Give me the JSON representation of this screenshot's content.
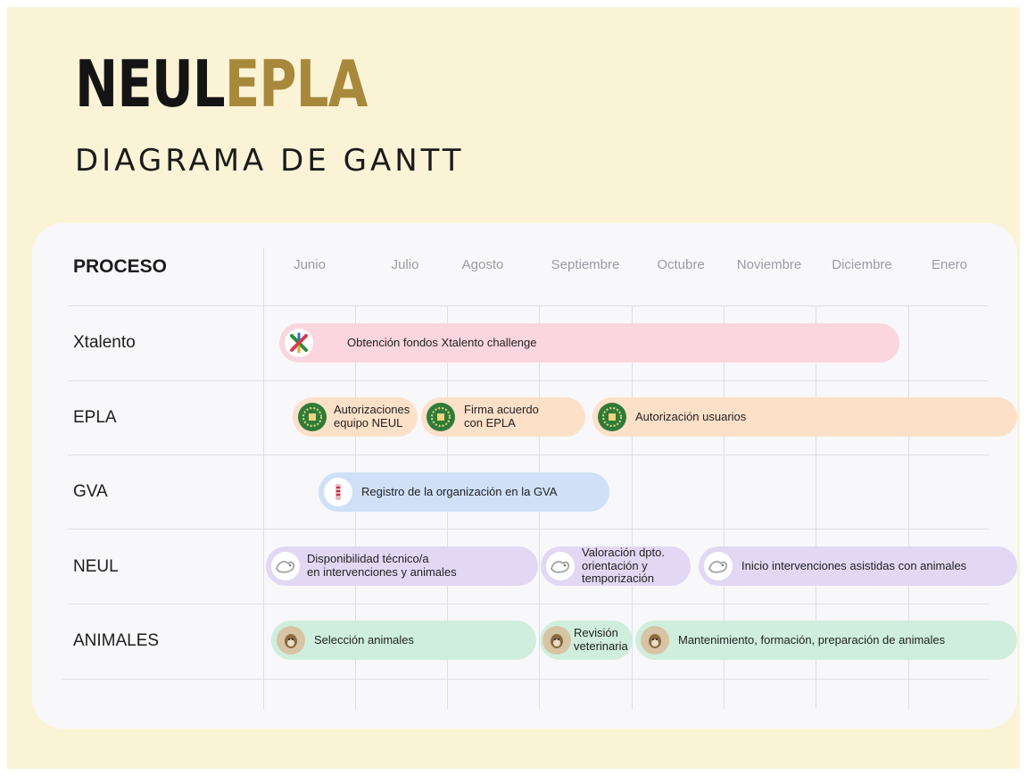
{
  "header": {
    "brand_part1": "NEUL",
    "brand_part2": "EPLA",
    "subtitle": "DIAGRAMA DE GANTT"
  },
  "table": {
    "column_header": "PROCESO",
    "months": [
      "Junio",
      "Julio",
      "Agosto",
      "Septiembre",
      "Octubre",
      "Noviembre",
      "Diciembre",
      "Enero"
    ],
    "rows": [
      {
        "label": "Xtalento"
      },
      {
        "label": "EPLA"
      },
      {
        "label": "GVA"
      },
      {
        "label": "NEUL"
      },
      {
        "label": "ANIMALES"
      }
    ]
  },
  "tasks": [
    {
      "row": "Xtalento",
      "label": "Obtención fondos Xtalento challenge",
      "icon": "xtalento-logo-icon",
      "color": "#fbd6df"
    },
    {
      "row": "EPLA",
      "label": "Autorizaciones\nequipo NEUL",
      "icon": "epla-seal-icon",
      "color": "#fde0c8"
    },
    {
      "row": "EPLA",
      "label": "Firma acuerdo\ncon EPLA",
      "icon": "epla-seal-icon",
      "color": "#fde0c8"
    },
    {
      "row": "EPLA",
      "label": "Autorización usuarios",
      "icon": "epla-seal-icon",
      "color": "#fde0c8"
    },
    {
      "row": "GVA",
      "label": "Registro de la organización en la GVA",
      "icon": "gva-logo-icon",
      "color": "#cfe0f7"
    },
    {
      "row": "NEUL",
      "label": "Disponibilidad técnico/a\nen intervenciones y animales",
      "icon": "neul-logo-icon",
      "color": "#e2d8f4"
    },
    {
      "row": "NEUL",
      "label": "Valoración dpto.\norientación y\ntemporización",
      "icon": "neul-logo-icon",
      "color": "#e2d8f4"
    },
    {
      "row": "NEUL",
      "label": "Inicio intervenciones asistidas con animales",
      "icon": "neul-logo-icon",
      "color": "#e2d8f4"
    },
    {
      "row": "ANIMALES",
      "label": "Selección animales",
      "icon": "dog-photo-icon",
      "color": "#cfeedd"
    },
    {
      "row": "ANIMALES",
      "label": "Revisión\nveterinaria",
      "icon": "dog-photo-icon",
      "color": "#cfeedd"
    },
    {
      "row": "ANIMALES",
      "label": "Mantenimiento, formación, preparación  de animales",
      "icon": "dog-photo-icon",
      "color": "#cfeedd"
    }
  ]
}
